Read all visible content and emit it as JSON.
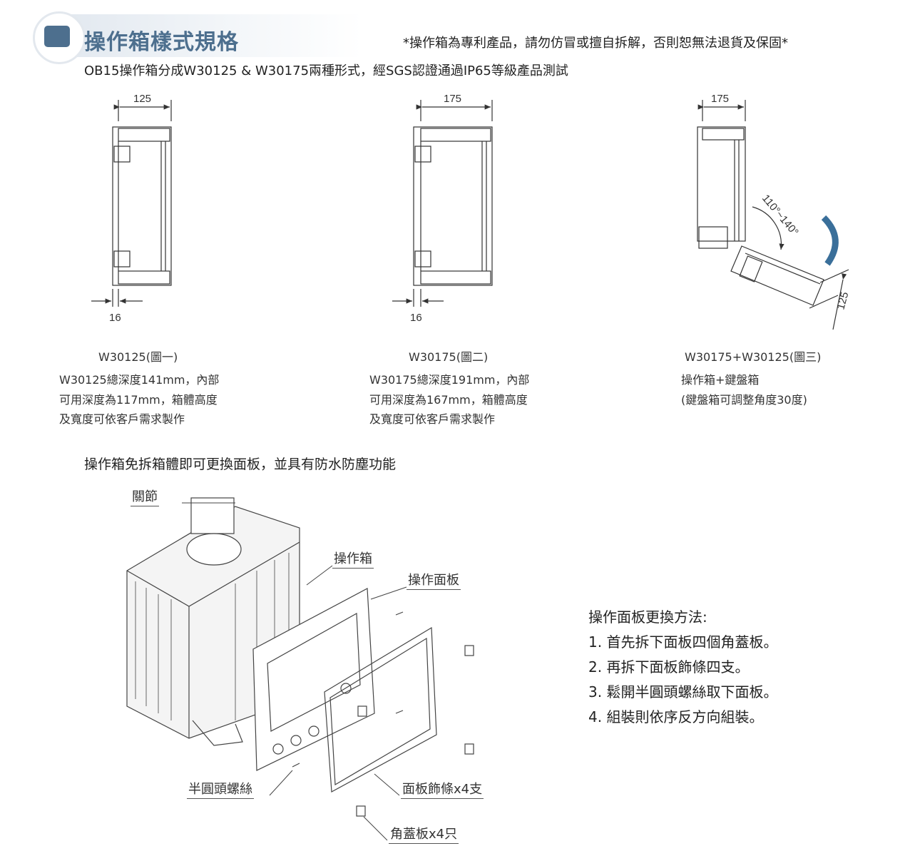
{
  "header": {
    "title": "操作箱樣式規格",
    "notice": "*操作箱為專利產品，請勿仿冒或擅自拆解，否則恕無法退貨及保固*",
    "subtitle": "OB15操作箱分成W30125 & W30175兩種形式，經SGS認證通過IP65等級產品測試"
  },
  "figures": [
    {
      "width_dim": "125",
      "offset_dim": "16",
      "caption": "W30125(圖一)",
      "desc": [
        "W30125總深度141mm，內部",
        "可用深度為117mm，箱體高度",
        "及寬度可依客戶需求製作"
      ]
    },
    {
      "width_dim": "175",
      "offset_dim": "16",
      "caption": "W30175(圖二)",
      "desc": [
        "W30175總深度191mm，內部",
        "可用深度為167mm，箱體高度",
        "及寬度可依客戶需求製作"
      ]
    },
    {
      "width_dim": "175",
      "angle_dim": "110°~140°",
      "side_dim": "125",
      "caption": "W30175+W30125(圖三)",
      "desc": [
        "操作箱+鍵盤箱",
        "(鍵盤箱可調整角度30度)"
      ]
    }
  ],
  "section2": {
    "heading": "操作箱免拆箱體即可更換面板，並具有防水防塵功能",
    "labels": {
      "joint": "關節",
      "box": "操作箱",
      "panel": "操作面板",
      "screw": "半圓頭螺絲",
      "trim": "面板飾條x4支",
      "corner": "角蓋板x4只"
    },
    "steps_title": "操作面板更換方法:",
    "steps": [
      "1. 首先拆下面板四個角蓋板。",
      "2. 再拆下面板飾條四支。",
      "3. 鬆開半圓頭螺絲取下面板。",
      "4. 組裝則依序反方向組裝。"
    ]
  },
  "colors": {
    "accent": "#4d6f8e",
    "arrow": "#3a6f9a"
  }
}
